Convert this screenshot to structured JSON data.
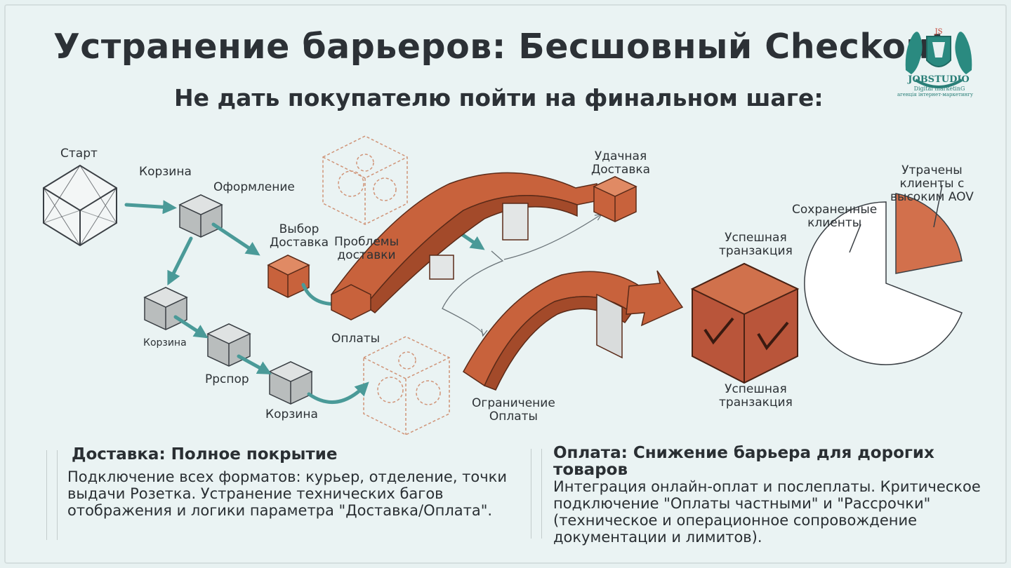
{
  "header": {
    "title": "Устранение барьеров: Бесшовный Checkout",
    "subtitle": "Не дать покупателю пойти на финальном шаге:"
  },
  "logo": {
    "name": "JOBSTUDIO",
    "tagline1": "Digital marketinG",
    "tagline2": "агенція інтернет-маркетингу"
  },
  "diagram": {
    "labels": {
      "start": "Старт",
      "cart1": "Корзина",
      "checkout": "Оформление",
      "choose_delivery": "Выбор\nДоставка",
      "delivery_problems": "Проблемы\nдоставки",
      "successful_delivery": "Удачная\nДоставка",
      "cart2": "Корзина",
      "payments": "Оплаты",
      "rrspor": "Ррспор",
      "cart3": "Корзина",
      "payment_limit": "Ограничение\nОплаты",
      "success_tx_top": "Успешная\nтранзакция",
      "success_tx_bottom": "Успешная\nтранзакция",
      "retained": "Сохраненные\nклиенты",
      "lost": "Утрачены\nклиенты с\nвысоким AOV"
    },
    "colors": {
      "teal": "#4a9a98",
      "bridge": "#c8623c",
      "pie_lost": "#d2704c",
      "sketch": "#3a3f44"
    }
  },
  "panels": {
    "delivery": {
      "heading": "Доставка: Полное покрытие",
      "body": "Подключение всех форматов: курьер, отделение, точки выдачи Розетка. Устранение технических багов отображения и логики параметра \"Доставка/Оплата\"."
    },
    "payment": {
      "heading": "Оплата: Снижение барьера для дорогих товаров",
      "body": "Интеграция онлайн-оплат и послеплаты. Критическое подключение \"Оплаты частными\" и \"Рассрочки\" (техническое и операционное сопровождение документации и лимитов)."
    }
  }
}
